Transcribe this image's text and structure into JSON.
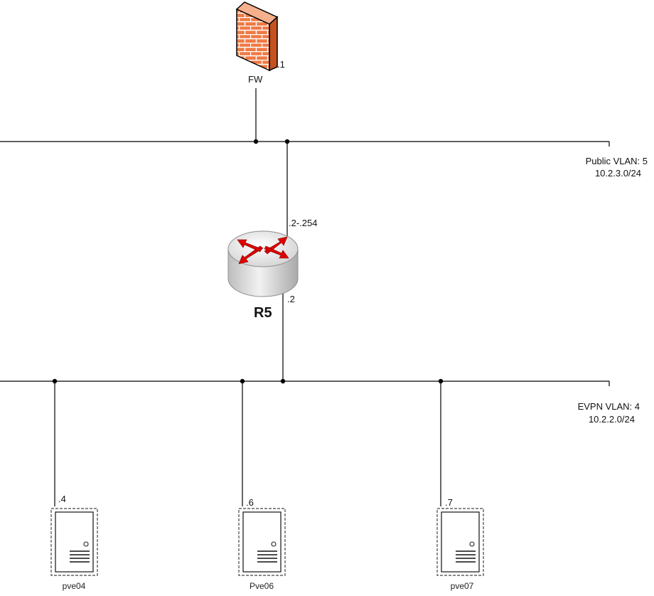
{
  "devices": {
    "firewall": {
      "name": "FW",
      "addr": ".1",
      "icon": "firewall-brick-wall-icon"
    },
    "router": {
      "name": "R5",
      "addr_public": ".2-.254",
      "addr_evpn": ".2",
      "icon": "router-icon"
    },
    "hosts": [
      {
        "name": "pve04",
        "addr": ".4",
        "icon": "server-icon"
      },
      {
        "name": "Pve06",
        "addr": ".6",
        "icon": "server-icon"
      },
      {
        "name": "pve07",
        "addr": ".7",
        "icon": "server-icon"
      }
    ]
  },
  "networks": {
    "public": {
      "name": "Public VLAN: 5",
      "subnet": "10.2.3.0/24"
    },
    "evpn": {
      "name": "EVPN VLAN: 4",
      "subnet": "10.2.2.0/24"
    }
  },
  "colors": {
    "firewall_brick": "#e8662e",
    "firewall_side": "#b84a1c",
    "router_arrow": "#e00000",
    "router_body": "#d8d8d8",
    "line": "#000000"
  }
}
